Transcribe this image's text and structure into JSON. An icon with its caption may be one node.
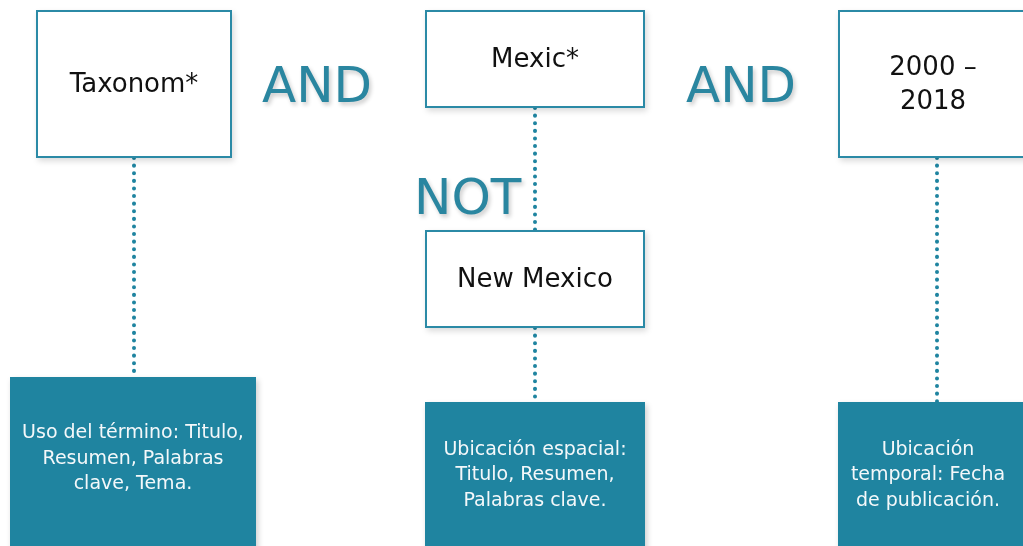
{
  "diagram": {
    "nodes": [
      {
        "text": [
          "Taxonom*"
        ]
      },
      {
        "text": [
          "Mexic*"
        ]
      },
      {
        "text": [
          "2000 – 2018"
        ]
      },
      {
        "text": [
          "New Mexico"
        ]
      },
      {
        "text": [
          "Uso del término: Titulo, Resumen, Palabras clave, Tema."
        ]
      },
      {
        "text": [
          "Ubicación espacial: Titulo, Resumen, Palabras clave."
        ]
      },
      {
        "text": [
          "Ubicación temporal: Fecha de publicación."
        ]
      }
    ],
    "edges": [
      {
        "from": 0,
        "to": 4,
        "arrow": "none"
      },
      {
        "from": 1,
        "to": 3,
        "arrow": "none"
      },
      {
        "from": 3,
        "to": 5,
        "arrow": "none"
      },
      {
        "from": 2,
        "to": 6,
        "arrow": "none"
      }
    ],
    "labels": [
      "AND",
      "NOT",
      "AND"
    ]
  }
}
